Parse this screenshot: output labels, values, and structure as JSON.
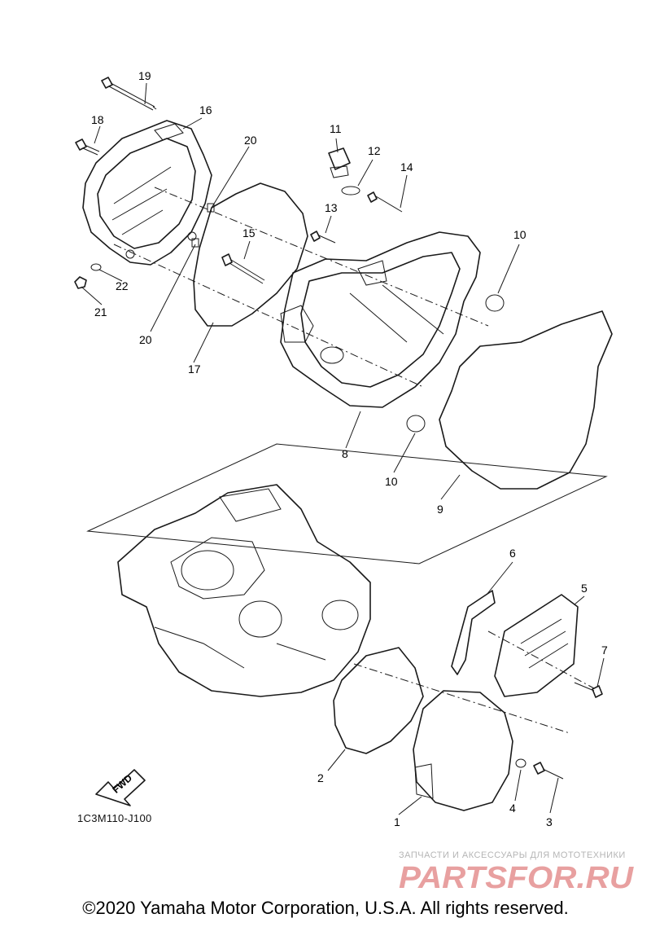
{
  "diagram": {
    "code": "1C3M110-J100",
    "direction_label": "FWD",
    "callouts": {
      "p1": "1",
      "p2": "2",
      "p3": "3",
      "p4": "4",
      "p5": "5",
      "p6": "6",
      "p7": "7",
      "p8": "8",
      "p9": "9",
      "p10a": "10",
      "p10b": "10",
      "p11": "11",
      "p12": "12",
      "p13": "13",
      "p14": "14",
      "p15": "15",
      "p16": "16",
      "p17": "17",
      "p18": "18",
      "p19": "19",
      "p20a": "20",
      "p20b": "20",
      "p21": "21",
      "p22": "22"
    }
  },
  "watermark": {
    "tagline": "ЗАПЧАСТИ И АКСЕССУАРЫ ДЛЯ МОТОТЕХНИКИ",
    "logo_text": "PARTSFOR.RU"
  },
  "footer": {
    "copyright": "©2020 Yamaha Motor Corporation, U.S.A. All rights reserved."
  },
  "colors": {
    "line": "#1a1a1a",
    "watermark_red": "#e8a0a0",
    "watermark_gray": "#b5b5b5"
  }
}
